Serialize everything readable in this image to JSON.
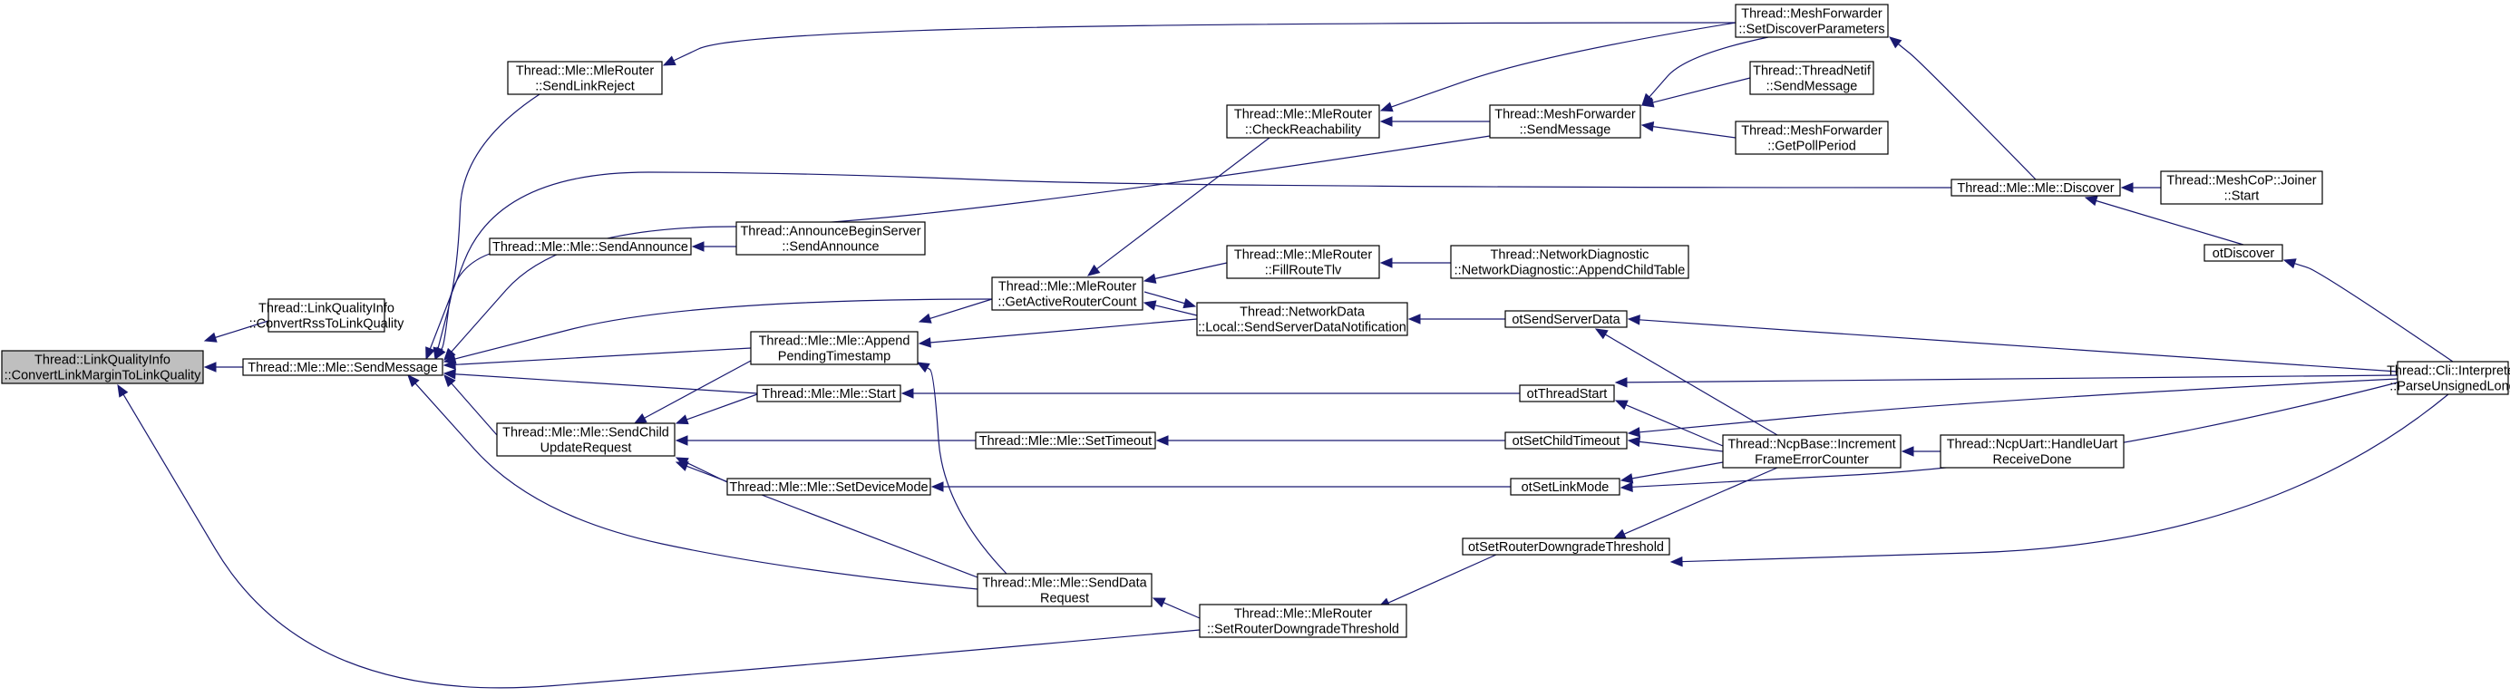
{
  "graph": {
    "nodes": [
      {
        "id": "root",
        "lines": [
          "Thread::LinkQualityInfo",
          "::ConvertLinkMarginToLinkQuality"
        ],
        "highlight": true
      },
      {
        "id": "convRss",
        "lines": [
          "Thread::LinkQualityInfo",
          "::ConvertRssToLinkQuality"
        ]
      },
      {
        "id": "sendMsg",
        "lines": [
          "Thread::Mle::Mle::SendMessage"
        ]
      },
      {
        "id": "sendLinkReject",
        "lines": [
          "Thread::Mle::MleRouter",
          "::SendLinkReject"
        ]
      },
      {
        "id": "sendAnnounce",
        "lines": [
          "Thread::Mle::Mle::SendAnnounce"
        ]
      },
      {
        "id": "announceBegin",
        "lines": [
          "Thread::AnnounceBeginServer",
          "::SendAnnounce"
        ]
      },
      {
        "id": "appendPending",
        "lines": [
          "Thread::Mle::Mle::Append",
          "PendingTimestamp"
        ]
      },
      {
        "id": "mleStart",
        "lines": [
          "Thread::Mle::Mle::Start"
        ]
      },
      {
        "id": "sendChild",
        "lines": [
          "Thread::Mle::Mle::SendChild",
          "UpdateRequest"
        ]
      },
      {
        "id": "setDeviceMode",
        "lines": [
          "Thread::Mle::Mle::SetDeviceMode"
        ]
      },
      {
        "id": "setTimeout",
        "lines": [
          "Thread::Mle::Mle::SetTimeout"
        ]
      },
      {
        "id": "sendData",
        "lines": [
          "Thread::Mle::Mle::SendData",
          "Request"
        ]
      },
      {
        "id": "getActive",
        "lines": [
          "Thread::Mle::MleRouter",
          "::GetActiveRouterCount"
        ]
      },
      {
        "id": "checkReach",
        "lines": [
          "Thread::Mle::MleRouter",
          "::CheckReachability"
        ]
      },
      {
        "id": "fillRoute",
        "lines": [
          "Thread::Mle::MleRouter",
          "::FillRouteTlv"
        ]
      },
      {
        "id": "sendServerNotif",
        "lines": [
          "Thread::NetworkData",
          "::Local::SendServerDataNotification"
        ]
      },
      {
        "id": "setRouterDown",
        "lines": [
          "Thread::Mle::MleRouter",
          "::SetRouterDowngradeThreshold"
        ]
      },
      {
        "id": "meshSend",
        "lines": [
          "Thread::MeshForwarder",
          "::SendMessage"
        ]
      },
      {
        "id": "netDiag",
        "lines": [
          "Thread::NetworkDiagnostic",
          "::NetworkDiagnostic::AppendChildTable"
        ]
      },
      {
        "id": "otSendServer",
        "lines": [
          "otSendServerData"
        ]
      },
      {
        "id": "otThreadStart",
        "lines": [
          "otThreadStart"
        ]
      },
      {
        "id": "otSetChildTimeout",
        "lines": [
          "otSetChildTimeout"
        ]
      },
      {
        "id": "otSetLinkMode",
        "lines": [
          "otSetLinkMode"
        ]
      },
      {
        "id": "otSetRouterDown",
        "lines": [
          "otSetRouterDowngradeThreshold"
        ]
      },
      {
        "id": "meshSetDiscover",
        "lines": [
          "Thread::MeshForwarder",
          "::SetDiscoverParameters"
        ]
      },
      {
        "id": "threadNetif",
        "lines": [
          "Thread::ThreadNetif",
          "::SendMessage"
        ]
      },
      {
        "id": "getPoll",
        "lines": [
          "Thread::MeshForwarder",
          "::GetPollPeriod"
        ]
      },
      {
        "id": "ncpInc",
        "lines": [
          "Thread::NcpBase::Increment",
          "FrameErrorCounter"
        ]
      },
      {
        "id": "mleDiscover",
        "lines": [
          "Thread::Mle::Mle::Discover"
        ]
      },
      {
        "id": "ncpUart",
        "lines": [
          "Thread::NcpUart::HandleUart",
          "ReceiveDone"
        ]
      },
      {
        "id": "joinerStart",
        "lines": [
          "Thread::MeshCoP::Joiner",
          "::Start"
        ]
      },
      {
        "id": "otDiscover",
        "lines": [
          "otDiscover"
        ]
      },
      {
        "id": "cliParse",
        "lines": [
          "Thread::Cli::Interpreter",
          "::ParseUnsignedLong"
        ]
      }
    ],
    "edges": [
      {
        "from": "convRss",
        "to": "root"
      },
      {
        "from": "sendMsg",
        "to": "root"
      },
      {
        "from": "setRouterDown",
        "to": "root"
      },
      {
        "from": "sendLinkReject",
        "to": "sendMsg"
      },
      {
        "from": "sendAnnounce",
        "to": "sendMsg"
      },
      {
        "from": "appendPending",
        "to": "sendMsg"
      },
      {
        "from": "mleStart",
        "to": "sendMsg"
      },
      {
        "from": "sendChild",
        "to": "sendMsg"
      },
      {
        "from": "sendData",
        "to": "sendMsg"
      },
      {
        "from": "getActive",
        "to": "sendMsg"
      },
      {
        "from": "mleDiscover",
        "to": "sendMsg"
      },
      {
        "from": "meshSend",
        "to": "sendMsg"
      },
      {
        "from": "announceBegin",
        "to": "sendAnnounce"
      },
      {
        "from": "meshSetDiscover",
        "to": "sendLinkReject"
      },
      {
        "from": "getActive",
        "to": "appendPending"
      },
      {
        "from": "sendServerNotif",
        "to": "appendPending"
      },
      {
        "from": "appendPending",
        "to": "sendChild"
      },
      {
        "from": "mleStart",
        "to": "sendChild"
      },
      {
        "from": "setTimeout",
        "to": "sendChild"
      },
      {
        "from": "setDeviceMode",
        "to": "sendChild"
      },
      {
        "from": "sendData",
        "to": "sendChild"
      },
      {
        "from": "otThreadStart",
        "to": "mleStart"
      },
      {
        "from": "otSetChildTimeout",
        "to": "setTimeout"
      },
      {
        "from": "otSetLinkMode",
        "to": "setDeviceMode"
      },
      {
        "from": "setRouterDown",
        "to": "sendData"
      },
      {
        "from": "sendData",
        "to": "appendPending"
      },
      {
        "from": "checkReach",
        "to": "getActive"
      },
      {
        "from": "fillRoute",
        "to": "getActive"
      },
      {
        "from": "sendServerNotif",
        "to": "getActive"
      },
      {
        "from": "getActive",
        "to": "sendServerNotif"
      },
      {
        "from": "meshSend",
        "to": "checkReach"
      },
      {
        "from": "meshSetDiscover",
        "to": "checkReach"
      },
      {
        "from": "netDiag",
        "to": "fillRoute"
      },
      {
        "from": "otSendServer",
        "to": "sendServerNotif"
      },
      {
        "from": "otSetRouterDown",
        "to": "setRouterDown"
      },
      {
        "from": "threadNetif",
        "to": "meshSend"
      },
      {
        "from": "getPoll",
        "to": "meshSend"
      },
      {
        "from": "meshSetDiscover",
        "to": "meshSend"
      },
      {
        "from": "mleDiscover",
        "to": "meshSetDiscover"
      },
      {
        "from": "ncpInc",
        "to": "otSendServer"
      },
      {
        "from": "ncpInc",
        "to": "otThreadStart"
      },
      {
        "from": "ncpInc",
        "to": "otSetChildTimeout"
      },
      {
        "from": "ncpInc",
        "to": "otSetLinkMode"
      },
      {
        "from": "ncpInc",
        "to": "otSetRouterDown"
      },
      {
        "from": "ncpUart",
        "to": "ncpInc"
      },
      {
        "from": "joinerStart",
        "to": "mleDiscover"
      },
      {
        "from": "otDiscover",
        "to": "mleDiscover"
      },
      {
        "from": "cliParse",
        "to": "otDiscover"
      },
      {
        "from": "cliParse",
        "to": "otSendServer"
      },
      {
        "from": "cliParse",
        "to": "otThreadStart"
      },
      {
        "from": "cliParse",
        "to": "otSetChildTimeout"
      },
      {
        "from": "cliParse",
        "to": "otSetLinkMode"
      },
      {
        "from": "cliParse",
        "to": "otSetRouterDown"
      }
    ]
  }
}
